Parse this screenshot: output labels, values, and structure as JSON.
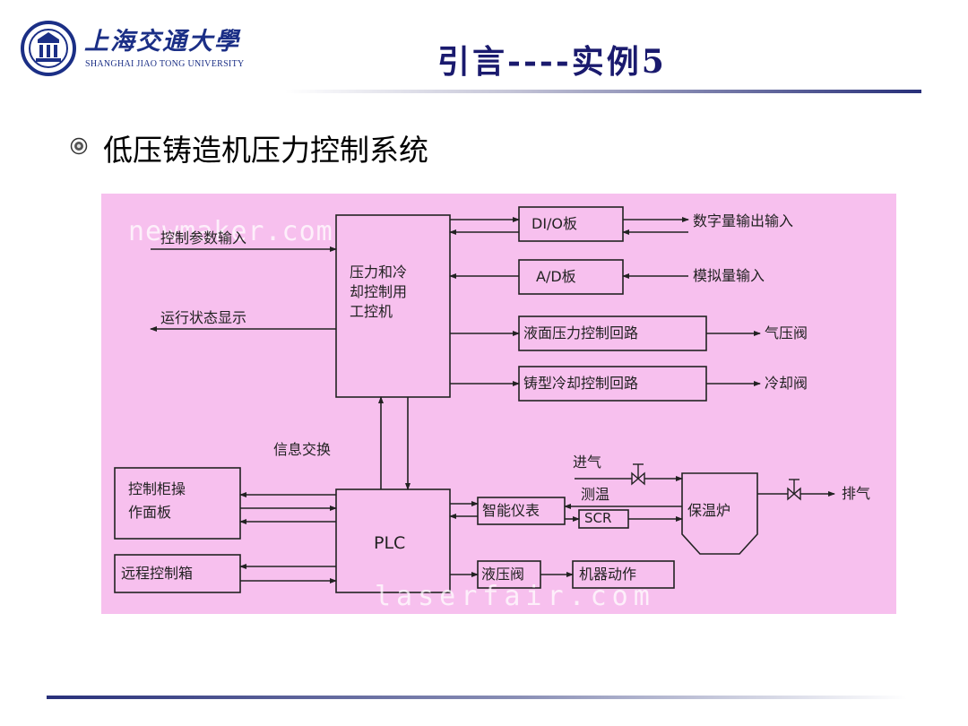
{
  "header": {
    "university_cn": "上海交通大學",
    "university_en": "SHANGHAI JIAO TONG UNIVERSITY",
    "title": "引言----实例5"
  },
  "bullet": {
    "text": "低压铸造机压力控制系统"
  },
  "diagram": {
    "watermark_top": "newmaker.com",
    "watermark_bottom": "laserfair.com",
    "nodes": {
      "ipc_line1": "压力和冷",
      "ipc_line2": "却控制用",
      "ipc_line3": "工控机",
      "dio": "DI/O板",
      "ad": "A/D板",
      "liquid_loop": "液面压力控制回路",
      "mold_loop": "铸型冷却控制回路",
      "panel_line1": "控制柜操",
      "panel_line2": "作面板",
      "remote_box": "远程控制箱",
      "plc": "PLC",
      "instrument": "智能仪表",
      "scr": "SCR",
      "hydraulic_valve": "液压阀",
      "machine_action": "机器动作",
      "furnace": "保温炉"
    },
    "labels": {
      "param_input": "控制参数输入",
      "status_display": "运行状态显示",
      "digital_io": "数字量输出输入",
      "analog_input": "模拟量输入",
      "air_valve": "气压阀",
      "cool_valve": "冷却阀",
      "info_exchange": "信息交换",
      "air_in": "进气",
      "temp_measure": "测温",
      "exhaust": "排气"
    }
  }
}
